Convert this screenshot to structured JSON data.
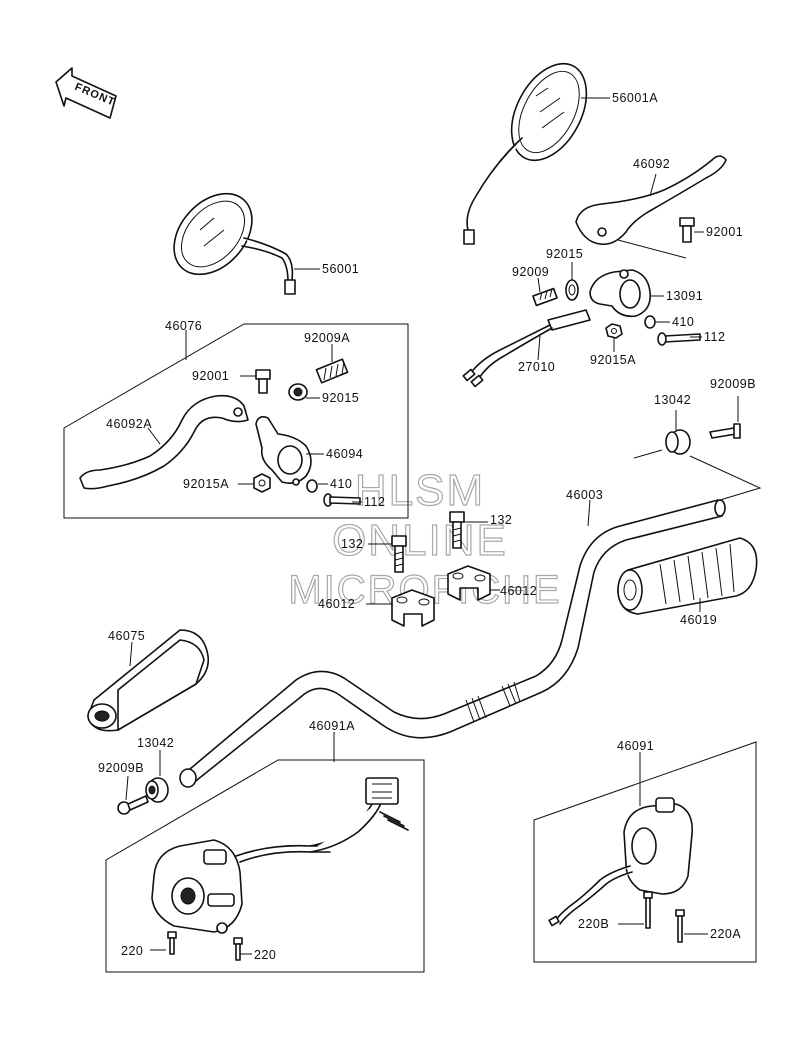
{
  "front_arrow": {
    "label": "FRONT"
  },
  "watermark": [
    "HLSM",
    "ONLINE",
    "MICROFICHE"
  ],
  "parts": {
    "p56001A": "56001A",
    "p46092": "46092",
    "p92001_r": "92001",
    "p56001": "56001",
    "p92015_r": "92015",
    "p92009_r": "92009",
    "p13091": "13091",
    "p410_r": "410",
    "p112_r": "112",
    "p27010": "27010",
    "p92015A_r": "92015A",
    "p46076": "46076",
    "p92009A": "92009A",
    "p92001_l": "92001",
    "p92015_l": "92015",
    "p46092A": "46092A",
    "p46094": "46094",
    "p92015A_l": "92015A",
    "p410_l": "410",
    "p112_l": "112",
    "p13042_r": "13042",
    "p92009B_r": "92009B",
    "p46003": "46003",
    "p132_r": "132",
    "p132_l": "132",
    "p46012_r": "46012",
    "p46012_l": "46012",
    "p46019": "46019",
    "p46075": "46075",
    "p13042_l": "13042",
    "p92009B_l": "92009B",
    "p46091A": "46091A",
    "p46091": "46091",
    "p220_1": "220",
    "p220_2": "220",
    "p220B": "220B",
    "p220A": "220A"
  }
}
